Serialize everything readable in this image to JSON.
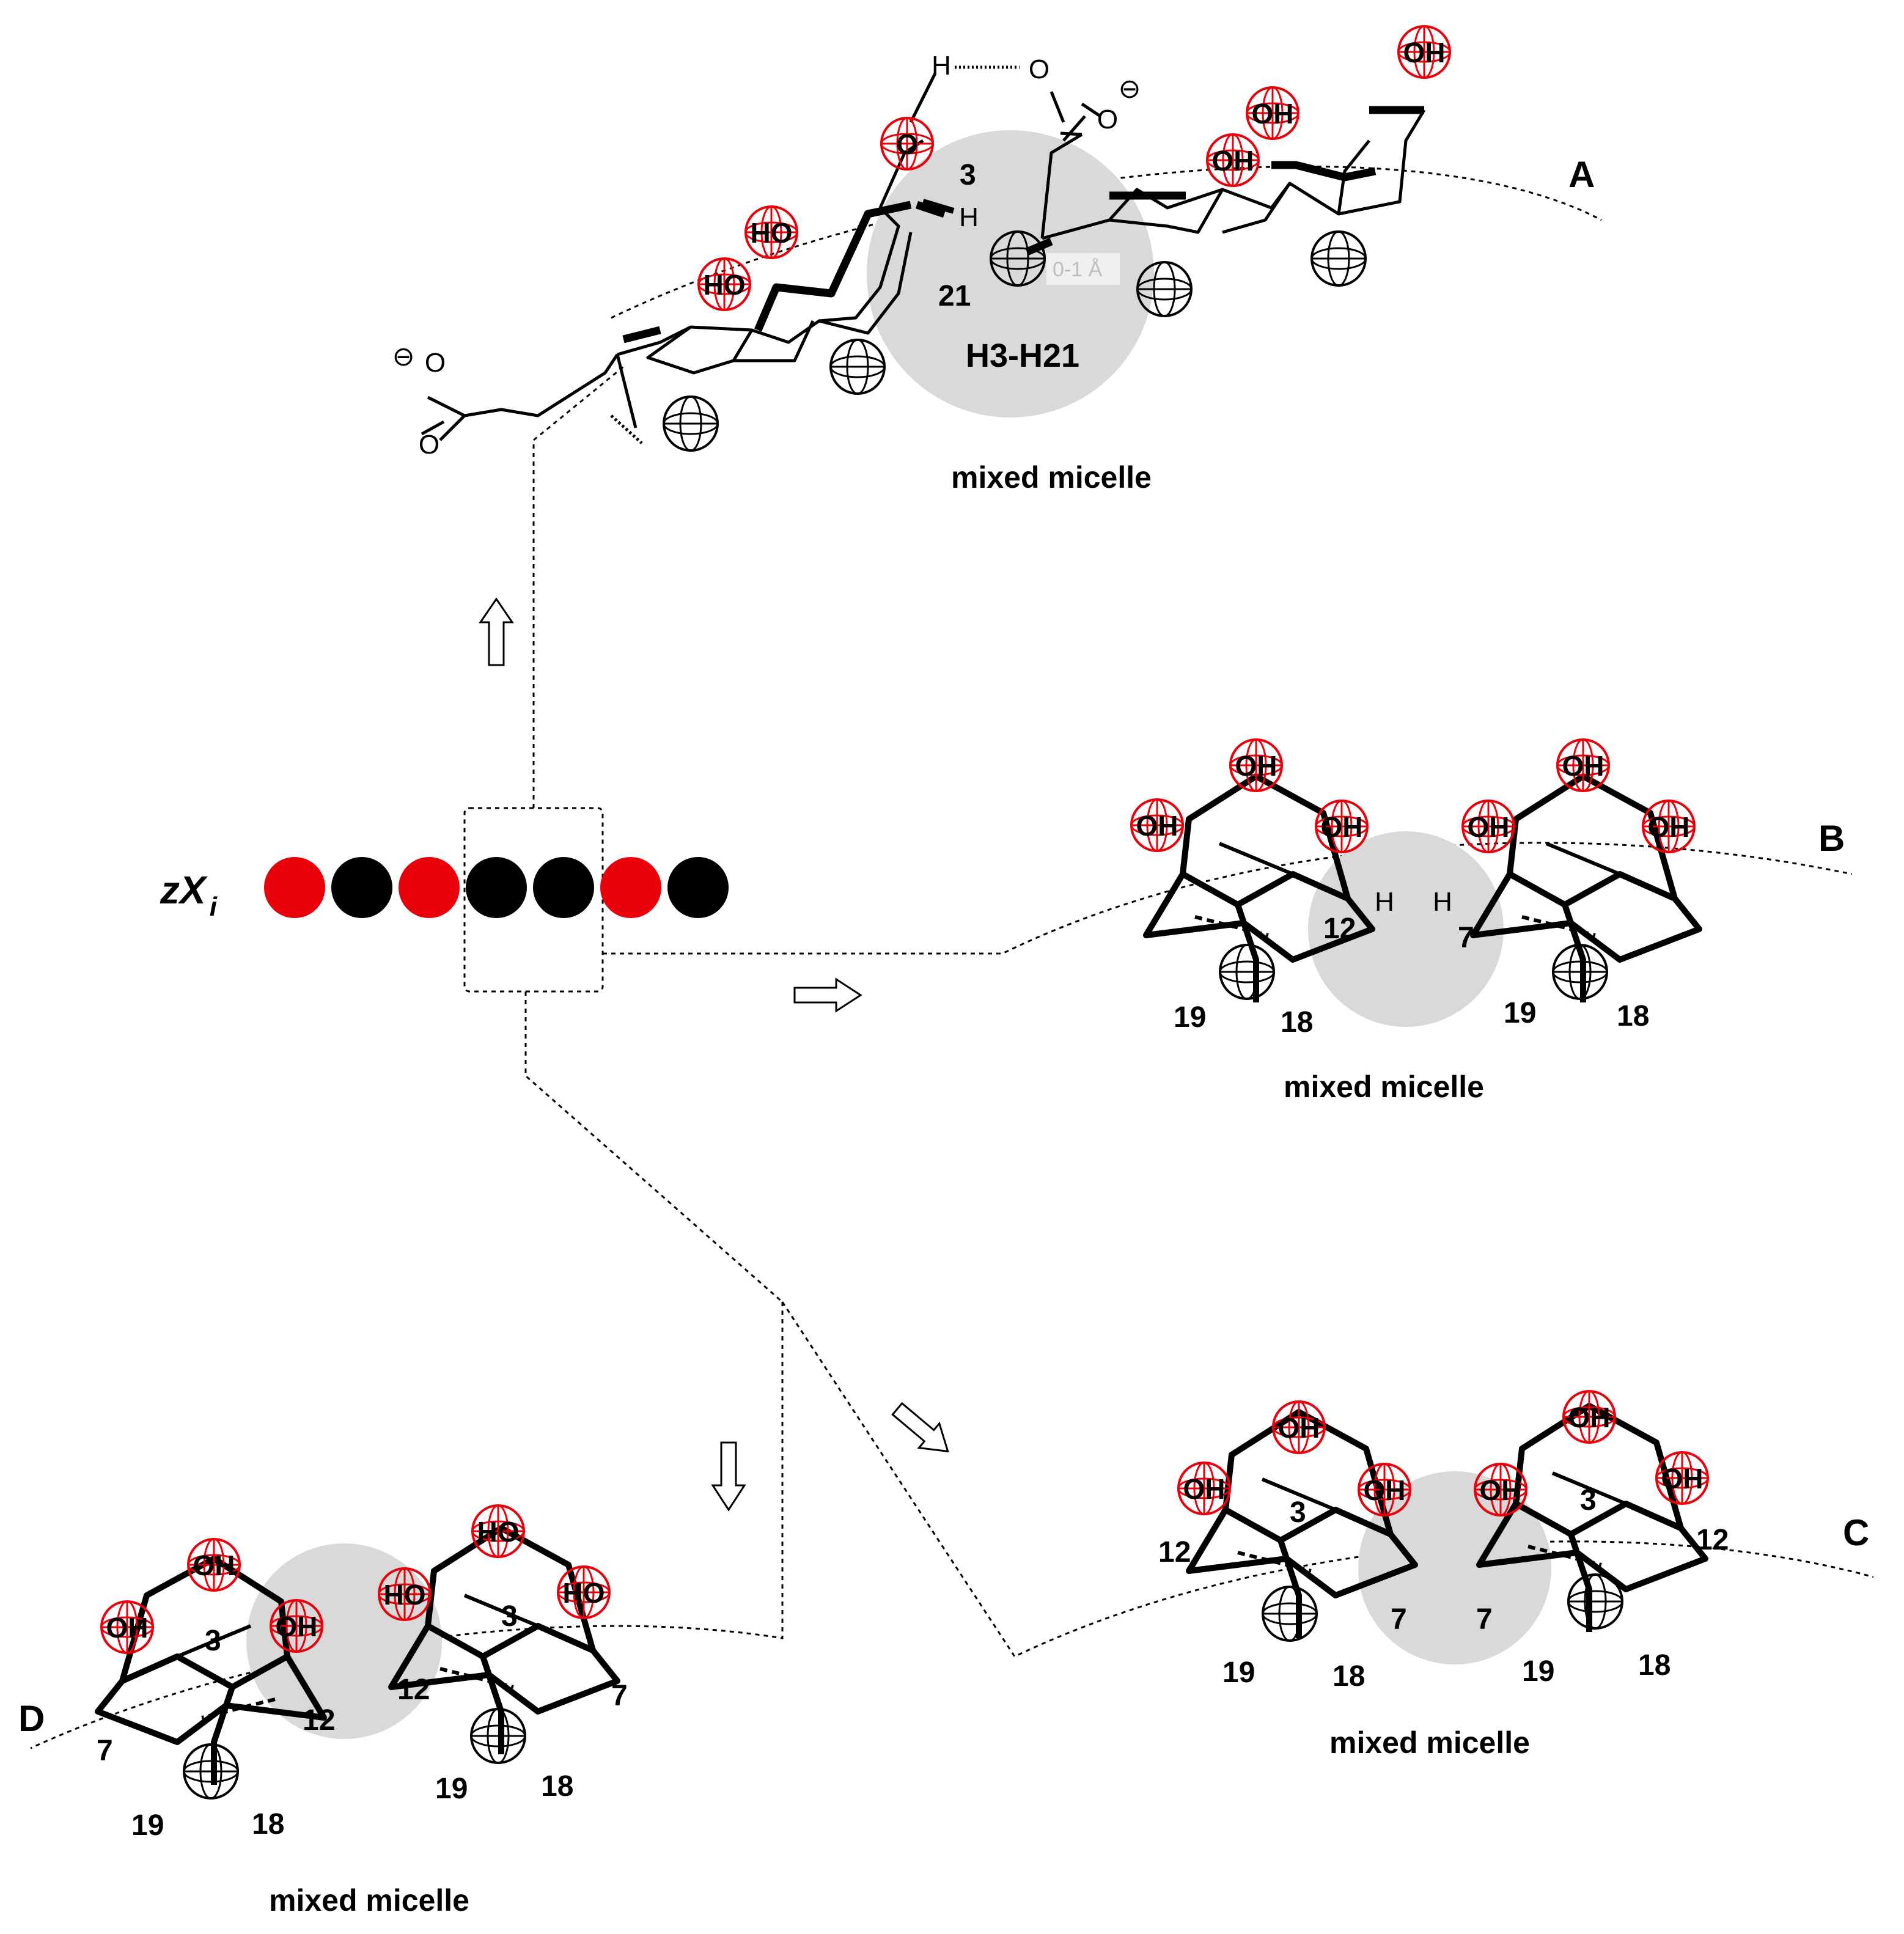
{
  "colors": {
    "hydroxyl": "#e8000b",
    "bead_red": "#e8000b",
    "bead_black": "#000000",
    "contact": "#d9d9d9"
  },
  "sequence": {
    "label_main": "zX",
    "label_sub": "i",
    "beads": [
      "red",
      "black",
      "red",
      "black",
      "black",
      "red",
      "black"
    ]
  },
  "panel_a": {
    "letter": "A",
    "caption": "mixed micelle",
    "contact_label": "H3-H21",
    "distance_label": "0-1 Å",
    "numbers": [
      "3",
      "21"
    ],
    "atoms": {
      "oh": "OH",
      "ho": "HO",
      "o": "O",
      "h": "H",
      "minus": "⊖"
    }
  },
  "panel_b": {
    "letter": "B",
    "caption": "mixed micelle",
    "numbers": [
      "12",
      "7",
      "19",
      "18",
      "19",
      "18"
    ]
  },
  "panel_c": {
    "letter": "C",
    "caption": "mixed micelle",
    "numbers": [
      "12",
      "3",
      "7",
      "7",
      "3",
      "12",
      "19",
      "18",
      "19",
      "18"
    ]
  },
  "panel_d": {
    "letter": "D",
    "caption": "mixed micelle",
    "numbers": [
      "3",
      "7",
      "12",
      "12",
      "3",
      "7",
      "19",
      "18",
      "19",
      "18"
    ]
  }
}
